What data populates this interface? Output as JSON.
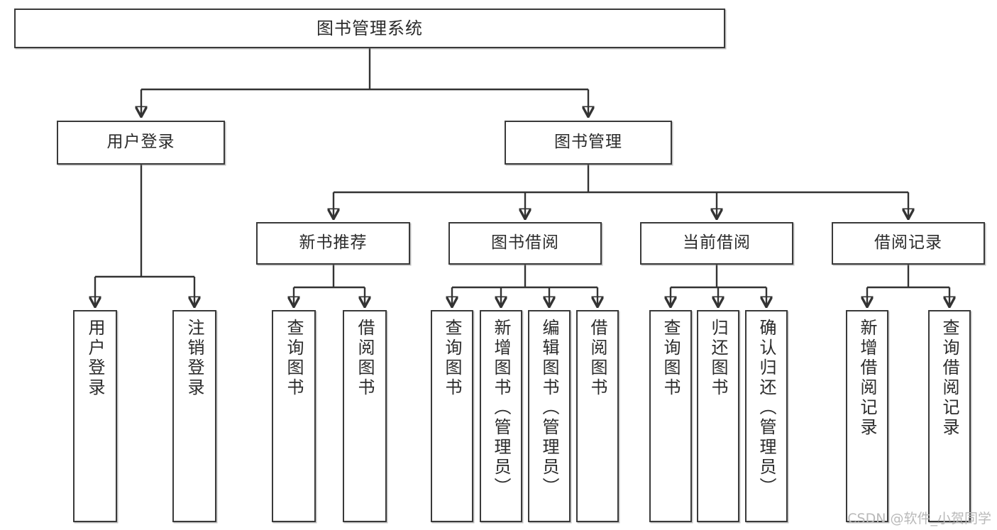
{
  "diagram": {
    "type": "tree-hierarchy",
    "title": "图书管理系统",
    "watermark": "CSDN @软件_小贺同学",
    "colors": {
      "box_border": "#3a3a3a",
      "box_fill": "#ffffff",
      "connector": "#333333",
      "text": "#2b2b2b",
      "watermark": "#b9b9b9"
    },
    "nodes": {
      "root": {
        "label": "图书管理系统"
      },
      "level2": [
        {
          "label": "用户登录"
        },
        {
          "label": "图书管理"
        }
      ],
      "level3": [
        {
          "label": "新书推荐"
        },
        {
          "label": "图书借阅"
        },
        {
          "label": "当前借阅"
        },
        {
          "label": "借阅记录"
        }
      ],
      "leaves": {
        "user_login": [
          {
            "label": "用户登录"
          },
          {
            "label": "注销登录"
          }
        ],
        "new_book_recommend": [
          {
            "label": "查询图书"
          },
          {
            "label": "借阅图书"
          }
        ],
        "book_borrow": [
          {
            "label": "查询图书"
          },
          {
            "label": "新增图书（管理员）"
          },
          {
            "label": "编辑图书（管理员）"
          },
          {
            "label": "借阅图书"
          }
        ],
        "current_borrow": [
          {
            "label": "查询图书"
          },
          {
            "label": "归还图书"
          },
          {
            "label": "确认归还（管理员）"
          }
        ],
        "borrow_record": [
          {
            "label": "新增借阅记录"
          },
          {
            "label": "查询借阅记录"
          }
        ]
      }
    }
  }
}
